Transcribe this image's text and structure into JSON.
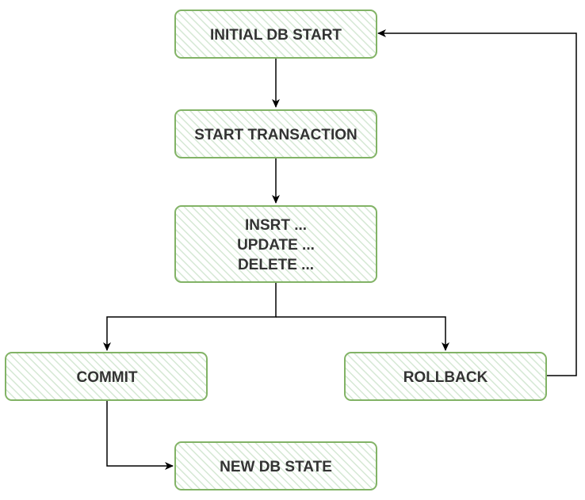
{
  "colors": {
    "node_border": "#82b366",
    "node_fill": "#d5e8d4",
    "edge": "#000000",
    "text": "#333333"
  },
  "nodes": {
    "initial": {
      "lines": [
        "INITIAL DB START"
      ]
    },
    "start_tx": {
      "lines": [
        "START TRANSACTION"
      ]
    },
    "ops": {
      "lines": [
        "INSRT ...",
        "UPDATE ...",
        "DELETE ..."
      ]
    },
    "commit": {
      "lines": [
        "COMMIT"
      ]
    },
    "rollback": {
      "lines": [
        "ROLLBACK"
      ]
    },
    "new_state": {
      "lines": [
        "NEW DB STATE"
      ]
    }
  },
  "edges": [
    {
      "from": "initial",
      "to": "start_tx"
    },
    {
      "from": "start_tx",
      "to": "ops"
    },
    {
      "from": "ops",
      "to": "commit"
    },
    {
      "from": "ops",
      "to": "rollback"
    },
    {
      "from": "commit",
      "to": "new_state"
    },
    {
      "from": "rollback",
      "to": "initial"
    }
  ]
}
